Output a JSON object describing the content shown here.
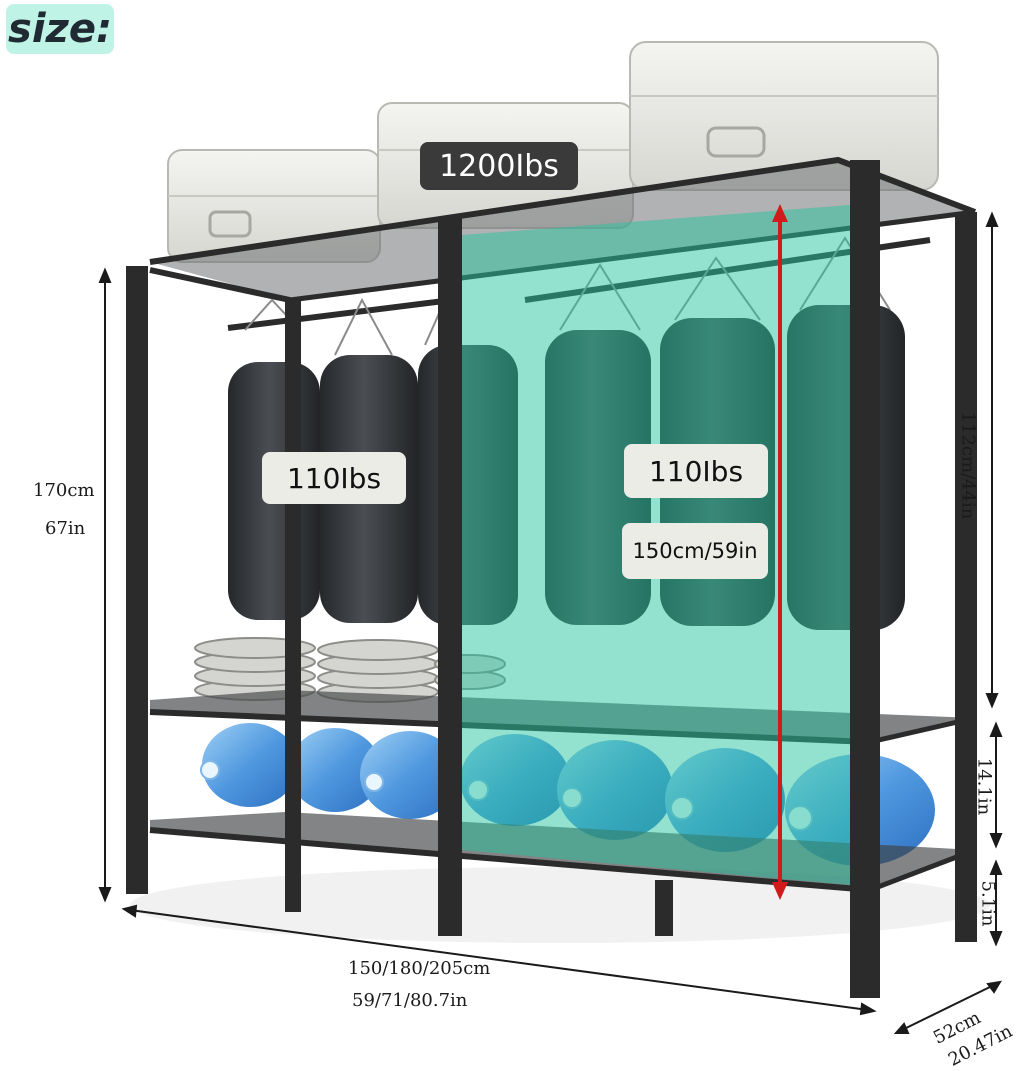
{
  "header": {
    "tag": "size:"
  },
  "loads": {
    "top_shelf": "1200Ibs",
    "left_bags": "110Ibs",
    "right_bags": "110Ibs"
  },
  "dimensions": {
    "inner_height": "150cm/59in",
    "total_height_cm": "170cm",
    "total_height_in": "67in",
    "upper_section": "112cm/44in",
    "lower_section": "14.1in",
    "leg_height": "5.1in",
    "width_cm": "150/180/205cm",
    "width_in": "59/71/80.7in",
    "depth_cm": "52cm",
    "depth_in": "20.47in"
  },
  "colors": {
    "frame": "#2b2b2b",
    "highlight": "#27c4a0",
    "arrow": "#d11a1a",
    "bag": "#3a3d40",
    "jug": "#5aa6e6"
  }
}
